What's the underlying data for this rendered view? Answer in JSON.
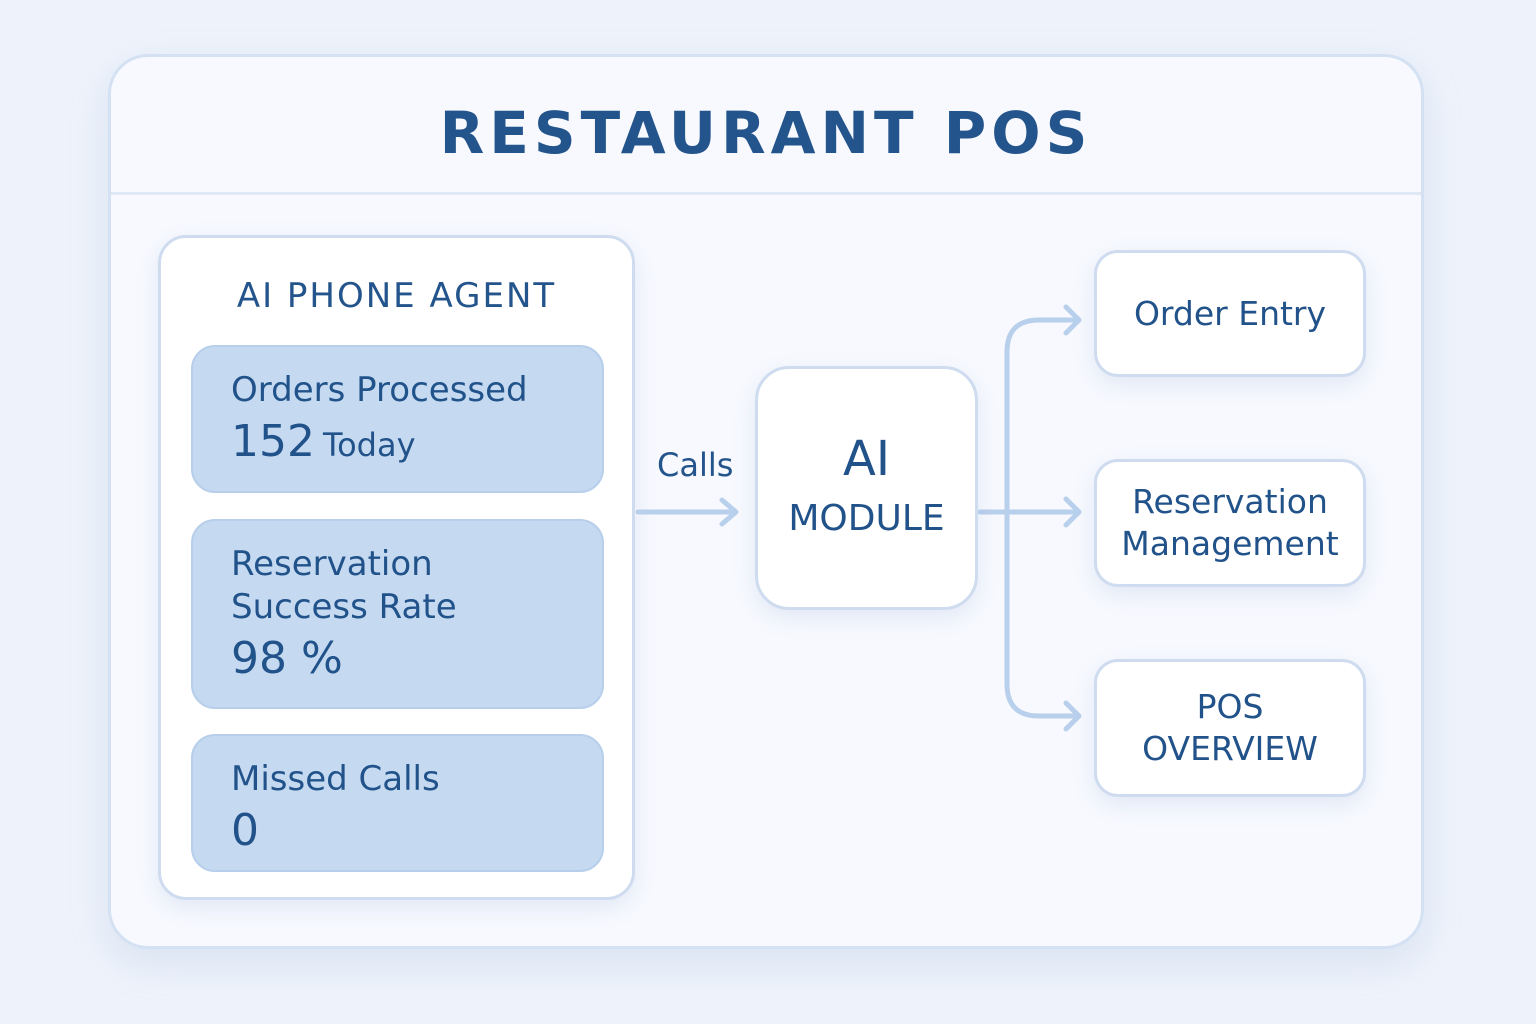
{
  "header": {
    "title": "RESTAURANT POS"
  },
  "agent_panel": {
    "title": "AI PHONE AGENT",
    "metrics": [
      {
        "label": "Orders Processed",
        "value": "152",
        "suffix": "Today"
      },
      {
        "label_line1": "Reservation",
        "label_line2": "Success Rate",
        "value": "98 %"
      },
      {
        "label": "Missed Calls",
        "value": "0"
      }
    ]
  },
  "flow": {
    "calls_label": "Calls",
    "ai_module": {
      "line1": "AI",
      "line2": "MODULE"
    },
    "destinations": [
      {
        "line1": "Order Entry"
      },
      {
        "line1": "Reservation",
        "line2": "Management"
      },
      {
        "line1": "POS",
        "line2": "OVERVIEW"
      }
    ]
  },
  "colors": {
    "page_background": "#eef3fb",
    "text": "#21528a",
    "metric_card": "#c5daf1",
    "connector": "#b9d0ec",
    "border": "#cfdcef"
  }
}
